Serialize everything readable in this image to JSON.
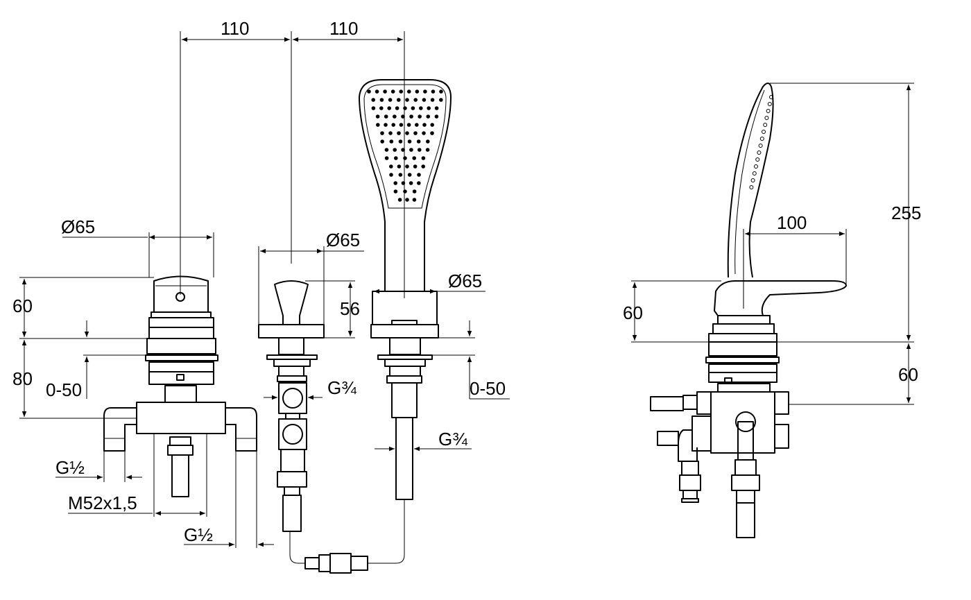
{
  "colors": {
    "line": "#000000",
    "background": "#ffffff"
  },
  "dimensions": {
    "top_left_spacing": "110",
    "top_right_spacing": "110",
    "mixer_diameter": "Ø65",
    "mixer_knob_height": "60",
    "mixer_body_height": "80",
    "mixer_adjust_range": "0-50",
    "mixer_inlet_left": "G½",
    "mixer_thread": "M52x1,5",
    "mixer_inlet_right": "G½",
    "diverter_diameter": "Ø65",
    "diverter_height": "56",
    "diverter_connection": "G¾",
    "shower_diameter": "Ø65",
    "shower_adjust_range": "0-50",
    "shower_connection": "G¾",
    "side_total_height": "255",
    "side_lever_reach": "100",
    "side_lever_height": "60",
    "side_body_height": "60"
  }
}
